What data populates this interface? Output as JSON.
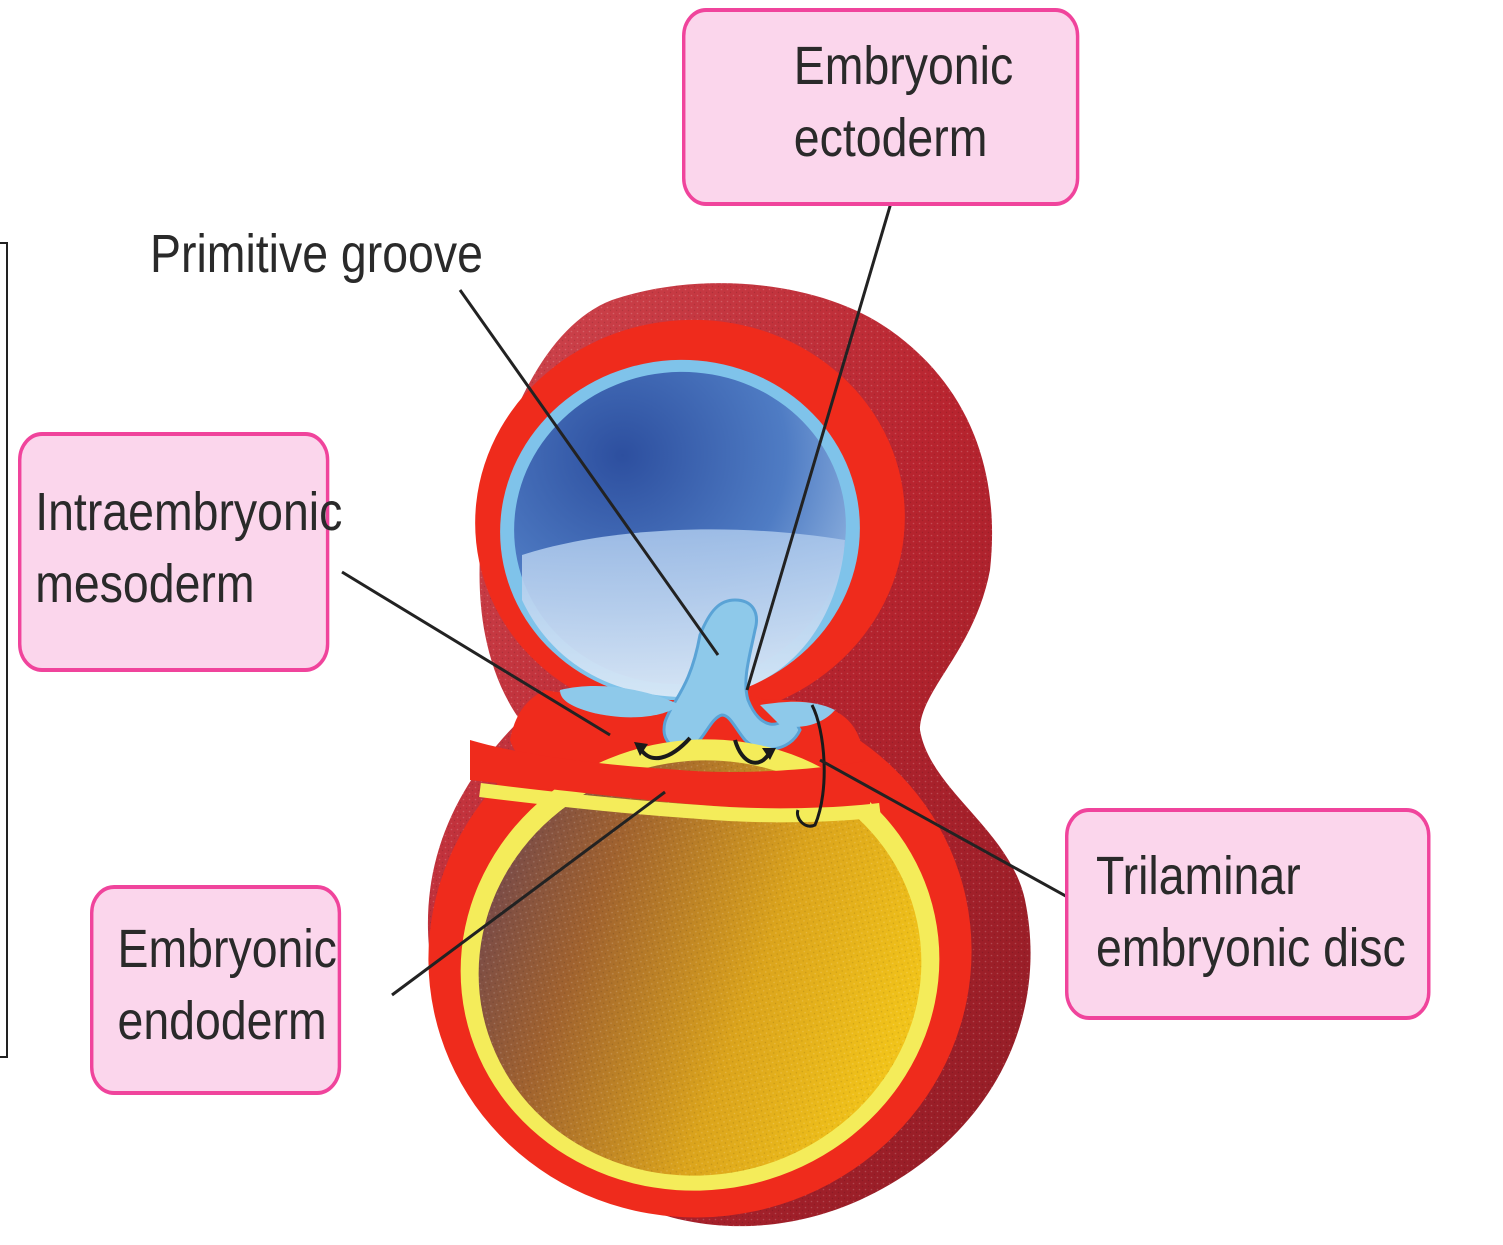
{
  "labels": {
    "embryonic_ectoderm": [
      "Embryonic",
      "ectoderm"
    ],
    "primitive_groove": "Primitive groove",
    "intraembryonic_mesoderm": [
      "Intraembryonic",
      "mesoderm"
    ],
    "embryonic_endoderm": [
      "Embryonic",
      "endoderm"
    ],
    "trilaminar_embryonic_disc": [
      "Trilaminar",
      "embryonic disc"
    ]
  },
  "colors": {
    "label_fill": "#fbd6ec",
    "label_border": "#f0449c",
    "mesoderm_red": "#ef2b1c",
    "outer_wall": "#b8242f",
    "amniotic_blue": "#3f64b4",
    "ectoderm_blue": "#7fc3ea",
    "endoderm_yellow": "#f4ec5a",
    "yolk_sac_gold": "#d69a1a"
  }
}
